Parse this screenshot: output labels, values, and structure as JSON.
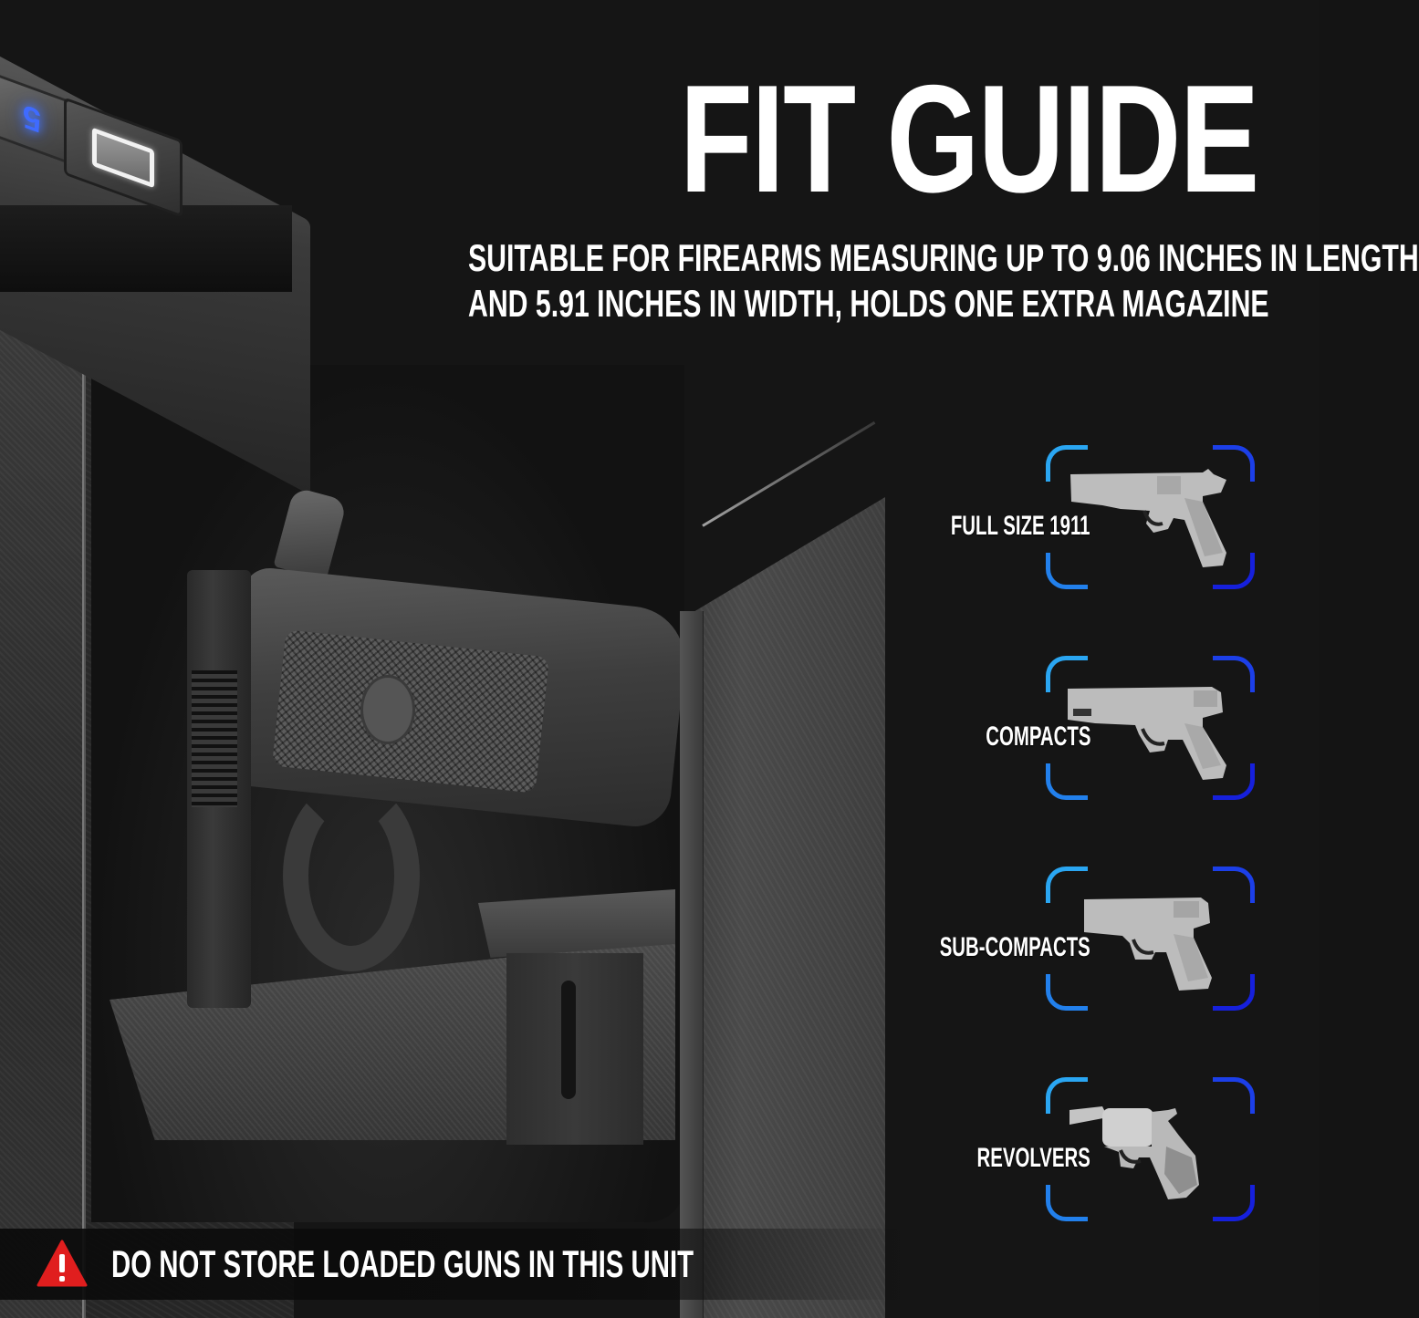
{
  "header": {
    "title": "FIT GUIDE",
    "subtitle_line1": "SUITABLE FOR FIREARMS MEASURING UP TO 9.06 INCHES IN LENGTH",
    "subtitle_line2": "AND 5.91 INCHES IN WIDTH, HOLDS ONE EXTRA MAGAZINE"
  },
  "product": {
    "keypad_digit": "5",
    "icons": [
      "keypad-button",
      "fingerprint-sensor",
      "pistol",
      "magazine",
      "safe-door"
    ]
  },
  "fit_list": {
    "items": [
      {
        "label": "FULL SIZE 1911",
        "icon": "pistol-1911-icon"
      },
      {
        "label": "COMPACTS",
        "icon": "compact-pistol-icon"
      },
      {
        "label": "SUB-COMPACTS",
        "icon": "subcompact-pistol-icon"
      },
      {
        "label": "REVOLVERS",
        "icon": "revolver-icon"
      }
    ]
  },
  "warning": {
    "text": "DO NOT STORE LOADED GUNS IN THIS UNIT",
    "icon": "warning-triangle-icon"
  },
  "colors": {
    "background": "#151515",
    "text": "#ffffff",
    "bracket_light_blue": "#29a3f0",
    "bracket_mid_blue": "#1f6fe6",
    "bracket_deep_blue": "#1a2ee0",
    "warning_red": "#e01e1e",
    "keypad_glow": "#3f6bff",
    "gun_gray": "#b9b9b9"
  }
}
